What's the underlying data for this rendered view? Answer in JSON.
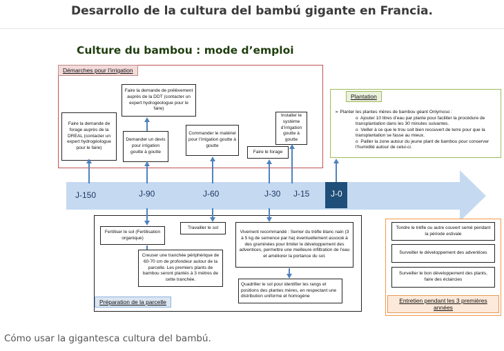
{
  "page": {
    "title": "Desarrollo de la cultura del bambú gigante en Francia.",
    "caption": "Cómo usar la gigantesca cultura del bambú."
  },
  "diagram": {
    "title": "Culture du bambou : mode d’emploi",
    "timeline": {
      "ticks": [
        "J-150",
        "J-90",
        "J-60",
        "J-30",
        "J-15",
        "J-0"
      ]
    },
    "irrigation": {
      "label": "Démarches pour l’irrigation",
      "boxes": [
        "Faire la demande de forage auprès de la DREAL (contacter un expert hydrogéologue pour le faire)",
        "Faire la demande de prélèvement auprès de la DDT (contacter un expert hydrogéologue pour le faire)",
        "Demander un devis pour irrigation goutte à goutte",
        "Commander le matériel pour l’irrigation goutte à goutte",
        "Faire le forage",
        "Installer le système d’irrigation goutte à goutte"
      ]
    },
    "plantation": {
      "label": "Plantation",
      "intro": "Planter les plantes mères de bambou géant Onlymoso :",
      "items": [
        "Ajouter 10 litres d’eau par plante pour faciliter la procédure de transplantation dans les 30 minutes suivantes.",
        "Veiller à ce que le trou soit bien recouvert de terre pour que la transplantation se fasse au mieux.",
        "Pailler la zone autour du jeune plant de bambou pour conserver l’humidité autour de celui-ci."
      ]
    },
    "preparation": {
      "label": "Préparation de la parcelle",
      "boxes": [
        "Fertiliser le sol (Fertilisation organique)",
        "Creuser une tranchée périphérique de 60-70 cm de profondeur autour de la parcelle. Les premiers plants de bambou seront plantés à 3 mètres de cette tranchée.",
        "Travailler le sol",
        "Vivement recommandé : Semer du trèfle blanc nain (3 à 5 kg de semence par ha) éventuellement associé à des graminées pour limiter le développement des adventices, permettre une meilleure infiltration de l’eau et améliorer la portance du sol.",
        "Quadriller le sol pour identifier les rangs et positions des plantes mères, en respectant une distribution uniforme et homogène"
      ]
    },
    "entretien": {
      "label": "Entretien pendant les 3 premières années",
      "boxes": [
        "Tondre le trèfle ou autre couvert semé pendant la période estivale",
        "Surveiller le développement des adventices",
        "Surveiller le bon développement des plants, faire des éclaircies"
      ]
    },
    "colors": {
      "arrow": "#c5d9f1",
      "arrow_dark": "#1f4e79",
      "connector": "#4f81bd",
      "irrigation_border": "#c0504d",
      "plantation_border": "#9bbb59",
      "preparation_border": "#8db3e2",
      "entretien_border": "#f79646"
    }
  }
}
